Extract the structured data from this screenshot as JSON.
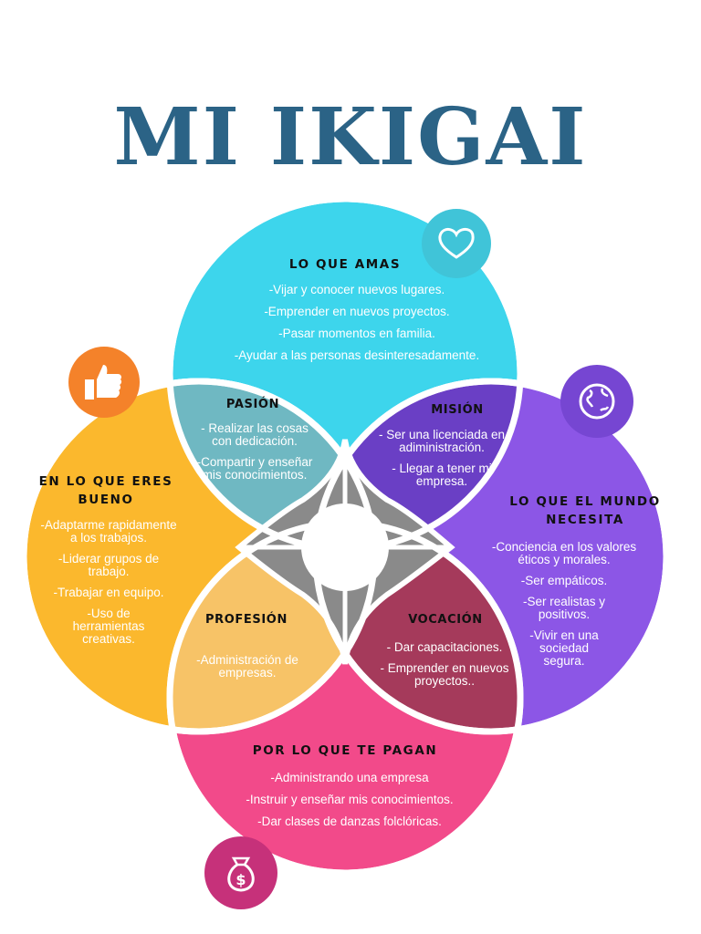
{
  "title": "MI IKIGAI",
  "colors": {
    "title": "#2b6386",
    "love": "#3dd5ec",
    "good": "#fbb82d",
    "world": "#8c56e6",
    "paid": "#f24a8a",
    "passion": "#6fb8c2",
    "mission": "#6a3fc5",
    "profession": "#f7c367",
    "vocation": "#a53a5b",
    "center": "#8a8a8a"
  },
  "love": {
    "heading": "LO QUE AMAS",
    "icon": "heart-icon",
    "items": [
      "-Vijar y conocer  nuevos lugares.",
      "-Emprender en nuevos proyectos.",
      "-Pasar momentos en familia.",
      "-Ayudar a las personas desinteresadamente."
    ]
  },
  "good": {
    "heading": "EN LO QUE ERES\nBUENO",
    "icon": "thumbs-up-icon",
    "items": [
      "-Adaptarme rapidamente\na los trabajos.",
      "-Liderar grupos de\ntrabajo.",
      "-Trabajar en equipo.",
      "-Uso de\nherramientas\ncreativas."
    ]
  },
  "world": {
    "heading": "LO QUE EL MUNDO\nNECESITA",
    "icon": "globe-icon",
    "items": [
      "-Conciencia en los valores\néticos y morales.",
      "-Ser empáticos.",
      "-Ser realistas y\npositivos.",
      "-Vivir en una\nsociedad\nsegura."
    ]
  },
  "paid": {
    "heading": "POR LO QUE TE PAGAN",
    "icon": "money-bag-icon",
    "items": [
      "-Administrando una empresa",
      "-Instruir y enseñar mis conocimientos.",
      "-Dar clases de danzas folclóricas."
    ]
  },
  "passion": {
    "heading": "PASIÓN",
    "items": [
      "- Realizar las cosas\ncon dedicación.",
      "-Compartir y enseñar\nmis conocimientos."
    ]
  },
  "mission": {
    "heading": "MISIÓN",
    "items": [
      "- Ser una licenciada en\nadiministración.",
      "- Llegar a tener mi\nempresa."
    ]
  },
  "profession": {
    "heading": "PROFESIÓN",
    "items": [
      "-Administración de\nempresas."
    ]
  },
  "vocation": {
    "heading": "VOCACIÓN",
    "items": [
      "- Dar capacitaciones.",
      "- Emprender en nuevos\nproyectos.."
    ]
  }
}
